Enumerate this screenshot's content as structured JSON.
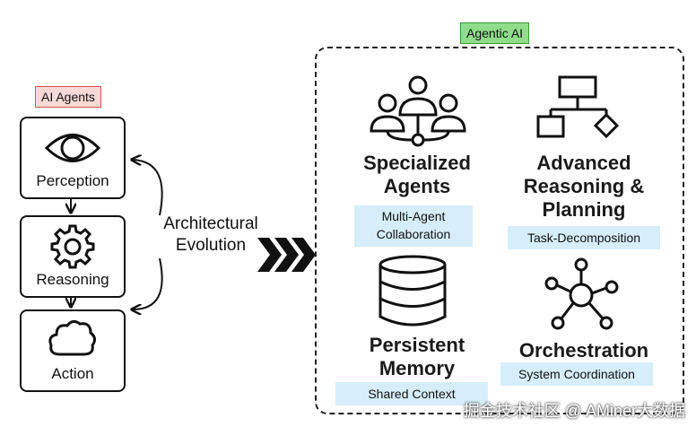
{
  "left": {
    "tag": "AI Agents",
    "stages": [
      {
        "label": "Perception",
        "icon": "eye-icon"
      },
      {
        "label": "Reasoning",
        "icon": "gear-icon"
      },
      {
        "label": "Action",
        "icon": "cloud-icon"
      }
    ]
  },
  "evolution": {
    "line1": "Architectural",
    "line2": "Evolution"
  },
  "right": {
    "tag": "Agentic AI",
    "cards": [
      {
        "title1": "Specialized",
        "title2": "Agents",
        "chip": [
          "Multi-Agent",
          "Collaboration"
        ],
        "icon": "team-icon"
      },
      {
        "title1": "Advanced",
        "title2": "Reasoning &",
        "title3": "Planning",
        "chip": [
          "Task-Decomposition"
        ],
        "icon": "hierarchy-icon"
      },
      {
        "title1": "Persistent",
        "title2": "Memory",
        "chip": [
          "Shared Context"
        ],
        "icon": "database-icon"
      },
      {
        "title1": "Orchestration",
        "chip": [
          "System Coordination"
        ],
        "icon": "network-icon"
      }
    ]
  },
  "watermark": "掘金技术社区 @ AMiner大数据",
  "colors": {
    "red_tag": "#f7d9d6",
    "green_tag": "#8fdc8a",
    "chip": "#d6eefa"
  }
}
